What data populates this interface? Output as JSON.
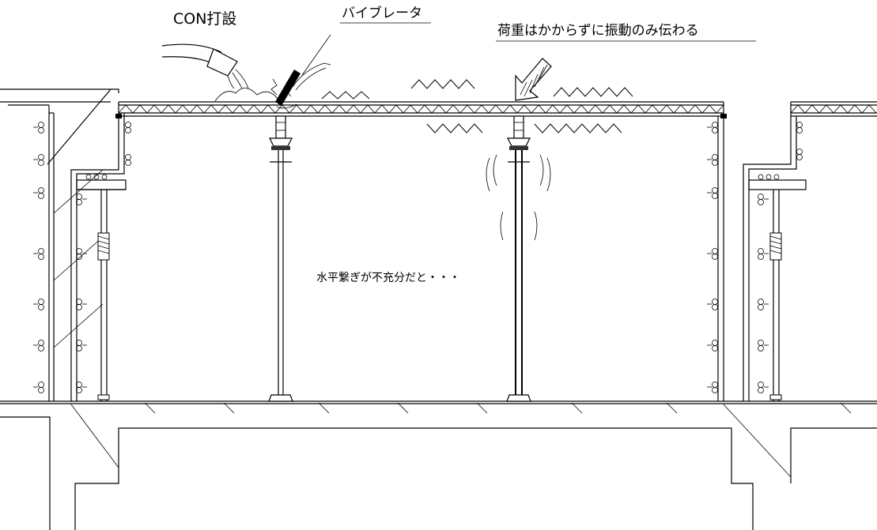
{
  "labels": {
    "pour": "CON打設",
    "vibrator": "バイブレータ",
    "load_note": "荷重はかからずに振動のみ伝わる",
    "bracing_note": "水平繋ぎが不充分だと・・・"
  }
}
